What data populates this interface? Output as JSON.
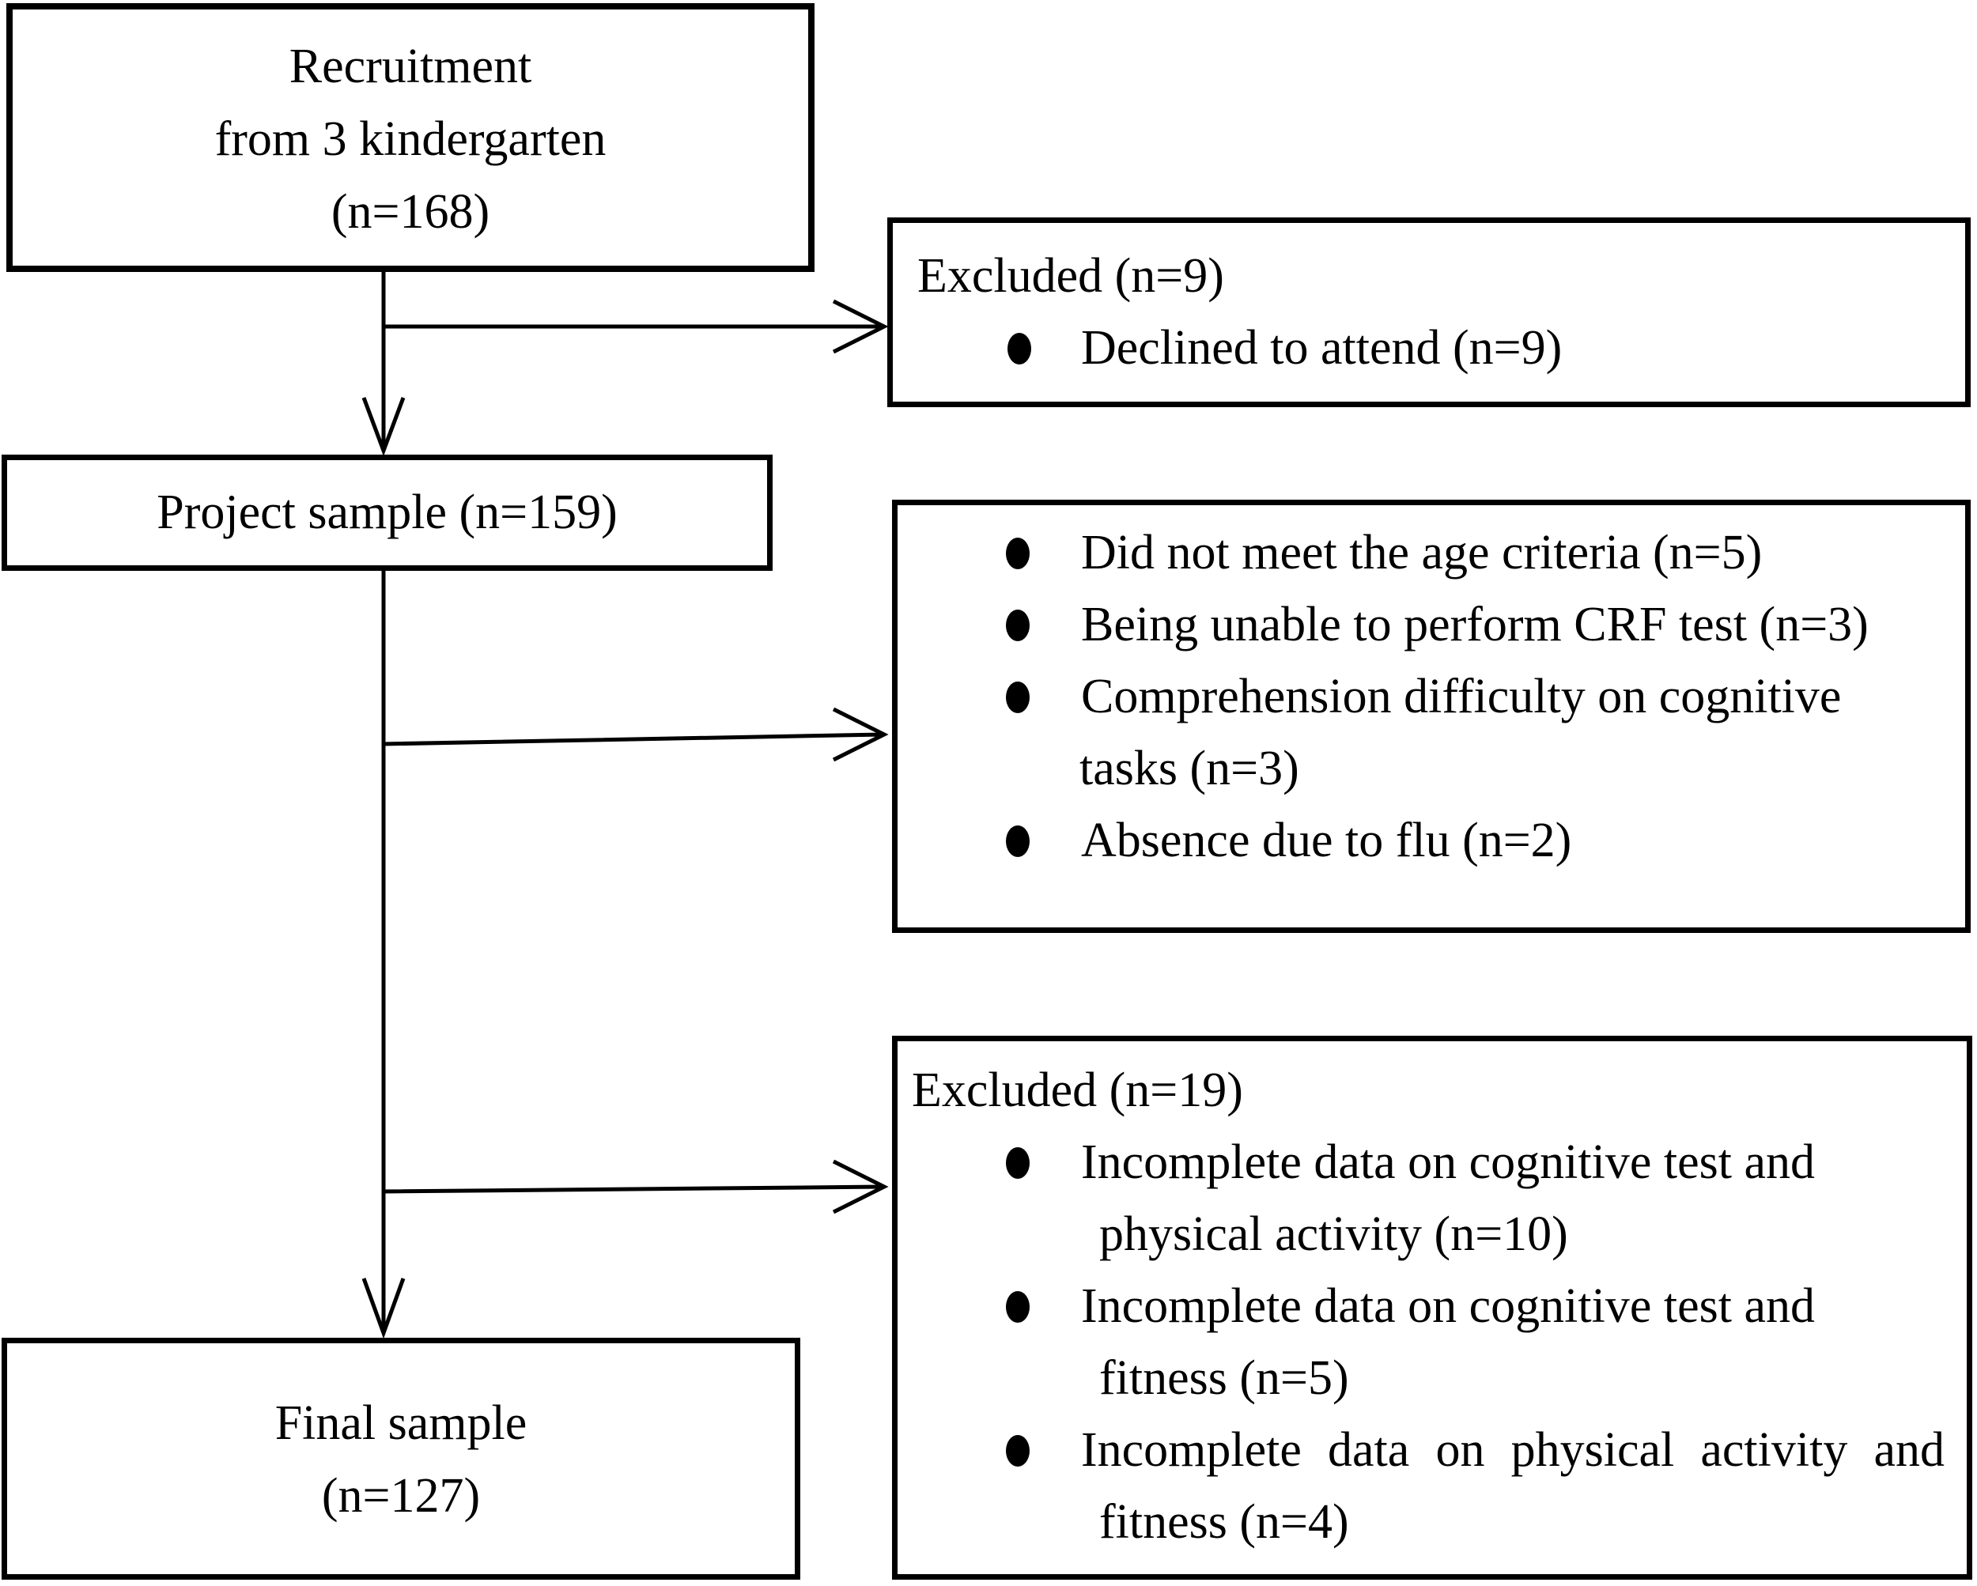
{
  "figure": {
    "boxes": {
      "recruitment": {
        "lines": [
          "Recruitment",
          "from 3 kindergarten",
          "(n=168)"
        ]
      },
      "excluded_1": {
        "title": "Excluded (n=9)",
        "items": [
          {
            "lines": [
              "Declined to attend (n=9)"
            ]
          }
        ]
      },
      "project_sample": {
        "label": "Project sample (n=159)"
      },
      "exclusion_reasons": {
        "items": [
          {
            "lines": [
              "Did not meet the age criteria (n=5)"
            ]
          },
          {
            "lines": [
              "Being unable to perform CRF test (n=3)"
            ]
          },
          {
            "lines": [
              "Comprehension difficulty on cognitive",
              "tasks (n=3)"
            ]
          },
          {
            "lines": [
              "Absence due to flu (n=2)"
            ]
          }
        ]
      },
      "excluded_2": {
        "title": "Excluded (n=19)",
        "items": [
          {
            "lines": [
              "Incomplete data on cognitive test and",
              "physical activity (n=10)"
            ]
          },
          {
            "lines": [
              "Incomplete data on cognitive test and",
              "fitness (n=5)"
            ]
          },
          {
            "lines": [
              "Incomplete data on physical activity and",
              "fitness (n=4)"
            ]
          }
        ]
      },
      "final_sample": {
        "lines": [
          "Final sample",
          "(n=127)"
        ]
      }
    },
    "colors": {
      "ink": "#000000",
      "background": "#ffffff"
    }
  }
}
